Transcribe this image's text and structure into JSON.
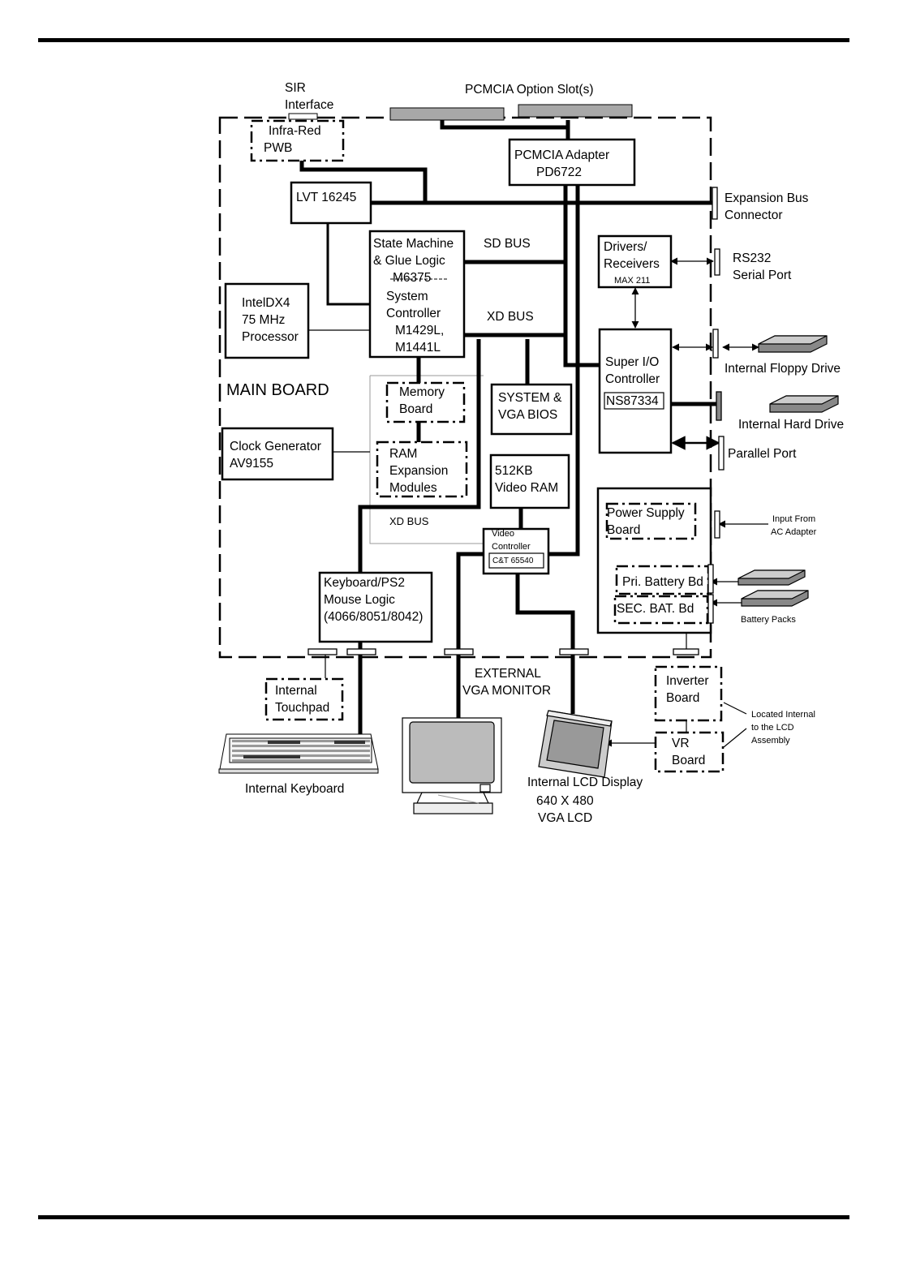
{
  "diagram": {
    "slots": {
      "sir": [
        "SIR",
        "Interface"
      ],
      "pcmcia_slots": "PCMCIA Option Slot(s)"
    },
    "blocks": {
      "infrared": [
        "Infra-Red",
        "PWB"
      ],
      "pcmcia_adapter": [
        "PCMCIA Adapter",
        "PD6722"
      ],
      "lvt": "LVT 16245",
      "state_machine": [
        "State Machine",
        "& Glue Logic",
        "M6375"
      ],
      "system_controller": [
        "System",
        "Controller",
        "M1429L,",
        "M1441L"
      ],
      "processor": [
        "IntelDX4",
        "75 MHz",
        "Processor"
      ],
      "drivers": [
        "Drivers/",
        "Receivers",
        "MAX 211"
      ],
      "super_io": [
        "Super I/O",
        "Controller",
        "NS87334"
      ],
      "memory_board": [
        "Memory",
        "Board"
      ],
      "bios": [
        "SYSTEM &",
        "VGA BIOS"
      ],
      "clock": [
        "Clock Generator",
        "AV9155"
      ],
      "ram": [
        "RAM",
        "Expansion",
        "Modules"
      ],
      "video_ram": [
        "512KB",
        "Video RAM"
      ],
      "video_controller": [
        "Video",
        "Controller",
        "C&T 65540"
      ],
      "keyboard_logic": [
        "Keyboard/PS2",
        "Mouse Logic",
        "(4066/8051/8042)"
      ],
      "power_supply": [
        "Power Supply",
        "Board"
      ],
      "pri_battery": "Pri. Battery Bd",
      "sec_battery": "SEC. BAT. Bd",
      "inverter": [
        "Inverter",
        "Board"
      ],
      "vr": [
        "VR",
        "Board"
      ],
      "touchpad": [
        "Internal",
        "Touchpad"
      ]
    },
    "labels": {
      "main_board": "MAIN BOARD",
      "sd_bus": "SD BUS",
      "xd_bus": "XD BUS",
      "xd_bus_lower": "XD BUS",
      "expansion_bus": [
        "Expansion Bus",
        "Connector"
      ],
      "rs232": [
        "RS232",
        "Serial Port"
      ],
      "floppy": "Internal Floppy Drive",
      "hard_drive": "Internal Hard Drive",
      "parallel": "Parallel Port",
      "ac_input": [
        "Input From",
        "AC Adapter"
      ],
      "battery_packs": "Battery Packs",
      "external_vga": [
        "EXTERNAL",
        "VGA MONITOR"
      ],
      "lcd_assembly": [
        "Located Internal",
        "to the LCD",
        "Assembly"
      ],
      "keyboard": "Internal Keyboard",
      "lcd_display": [
        "Internal LCD Display",
        "640 X 480",
        "VGA LCD"
      ]
    },
    "icons": [
      "floppy-drive-icon",
      "hard-drive-icon",
      "battery-pack-icon",
      "keyboard-icon",
      "crt-monitor-icon",
      "lcd-display-icon"
    ]
  }
}
